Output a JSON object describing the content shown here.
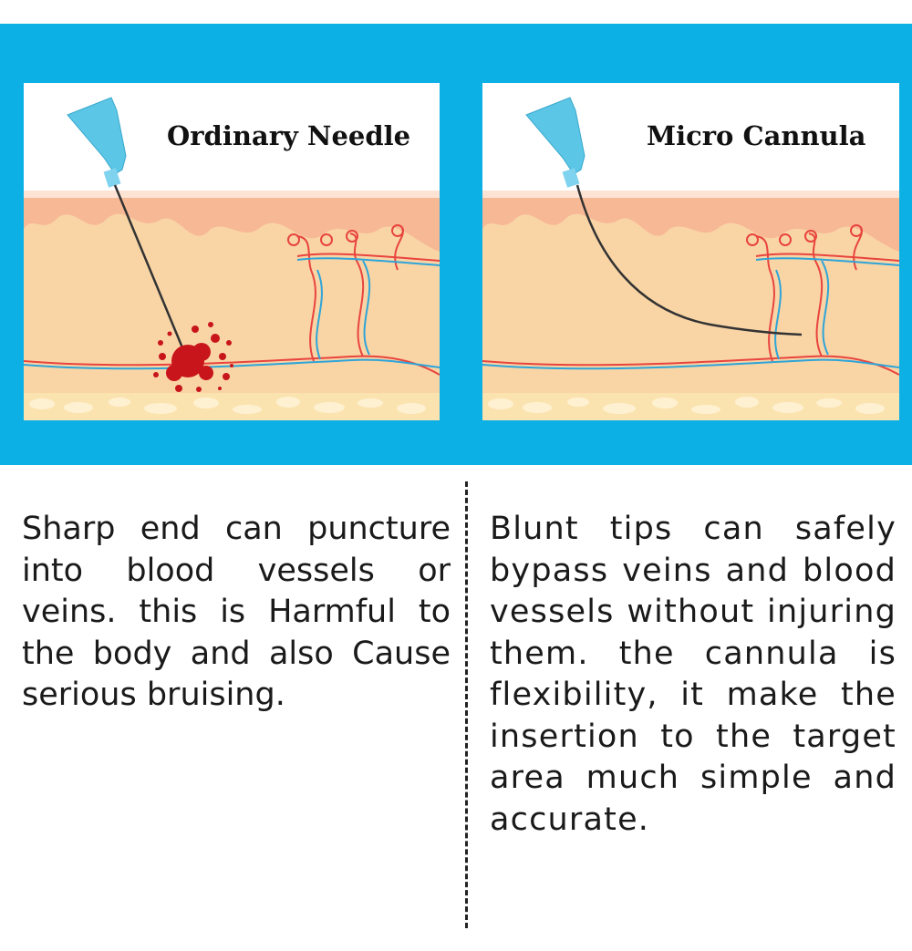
{
  "left_panel": {
    "title": "Ordinary Needle",
    "description": "Sharp end can puncture into blood vessels or veins. this is Harmful to the body and also Cause serious bruising."
  },
  "right_panel": {
    "title": "Micro Cannula",
    "description": "Blunt tips can safely bypass veins and blood vessels without injuring them. the cannula is flexibility, it make the insertion to the target area much simple and accurate."
  },
  "colors": {
    "banner": "#0cb0e5",
    "epidermis": "#f7b896",
    "dermis": "#f9d5a6",
    "fat_layer": "#fbe3b0",
    "artery": "#e8443d",
    "vein": "#2fa4d8",
    "blood": "#c8151b",
    "needle_hub": "#5bc6e6"
  }
}
